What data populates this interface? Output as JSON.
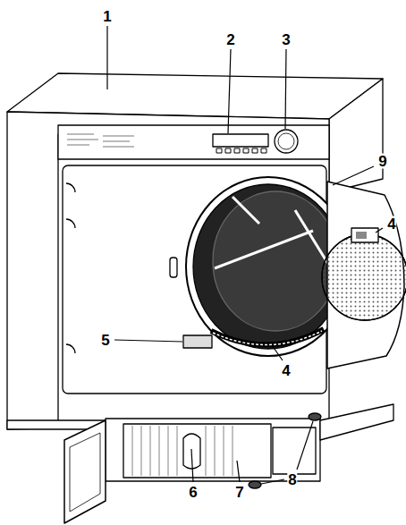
{
  "diagram": {
    "labels": [
      "1",
      "2",
      "3",
      "9",
      "4",
      "5",
      "4",
      "8",
      "6",
      "7"
    ]
  }
}
